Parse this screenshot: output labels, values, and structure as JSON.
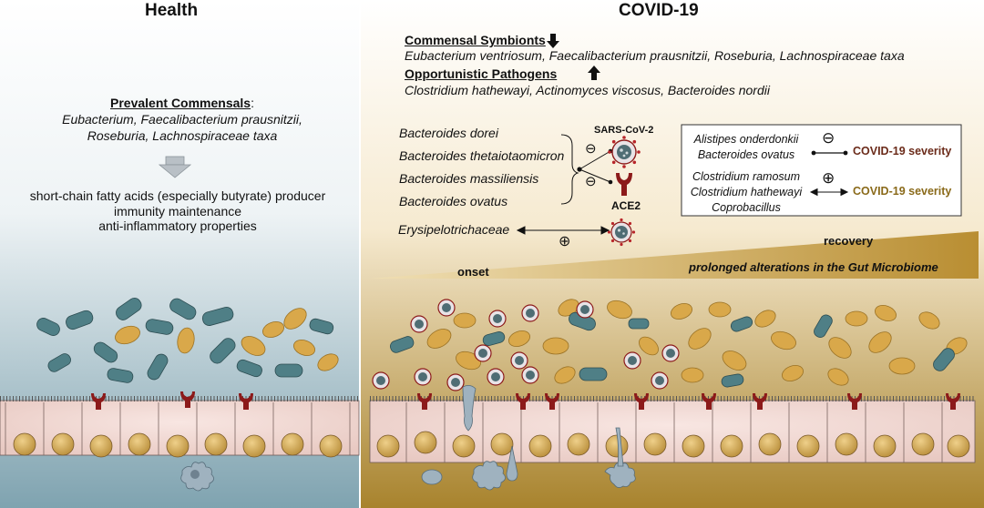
{
  "health": {
    "title": "Health",
    "prevalent_heading": "Prevalent Commensals",
    "prevalent_colon": ":",
    "prevalent_line1": "Eubacterium, Faecalibacterium prausnitzii,",
    "prevalent_line2": "Roseburia, Lachnospiraceae taxa",
    "effects": [
      "short-chain fatty acids (especially butyrate) producer",
      "immunity maintenance",
      "anti-inflammatory properties"
    ]
  },
  "covid": {
    "title": "COVID-19",
    "commensal_heading": "Commensal Symbionts",
    "commensal_taxa": "Eubacterium ventriosum, Faecalibacterium prausnitzii, Roseburia, Lachnospiraceae taxa",
    "pathogen_heading": "Opportunistic Pathogens",
    "pathogen_taxa": "Clostridium hathewayi, Actinomyces viscosus, Bacteroides nordii",
    "bacteroides": [
      "Bacteroides dorei",
      "Bacteroides thetaiotaomicron",
      "Bacteroides massiliensis",
      "Bacteroides ovatus"
    ],
    "sars_label": "SARS-CoV-2",
    "ace2_label": "ACE2",
    "erysipelo": "Erysipelotrichaceae",
    "minus_sign": "⊖",
    "plus_sign": "⊕",
    "severity_box": {
      "neg_taxa": [
        "Alistipes onderdonkii",
        "Bacteroides ovatus"
      ],
      "pos_taxa": [
        "Clostridium ramosum",
        "Clostridium hathewayi",
        "Coprobacillus"
      ],
      "severity_label": "COVID-19 severity"
    },
    "timeline": {
      "recovery": "recovery",
      "onset": "onset",
      "prolonged": "prolonged alterations in the Gut Microbiome"
    }
  },
  "colors": {
    "health_bg_top": "#ffffff",
    "health_bg_bottom": "#7fa3b0",
    "covid_bg_bottom": "#a8832d",
    "bacteria_teal": "#4f7f86",
    "bacteria_gold": "#d9a84a",
    "receptor_red": "#8c1a1a",
    "severity_neg": "#6b2b1a",
    "severity_pos": "#8a6a1a"
  }
}
